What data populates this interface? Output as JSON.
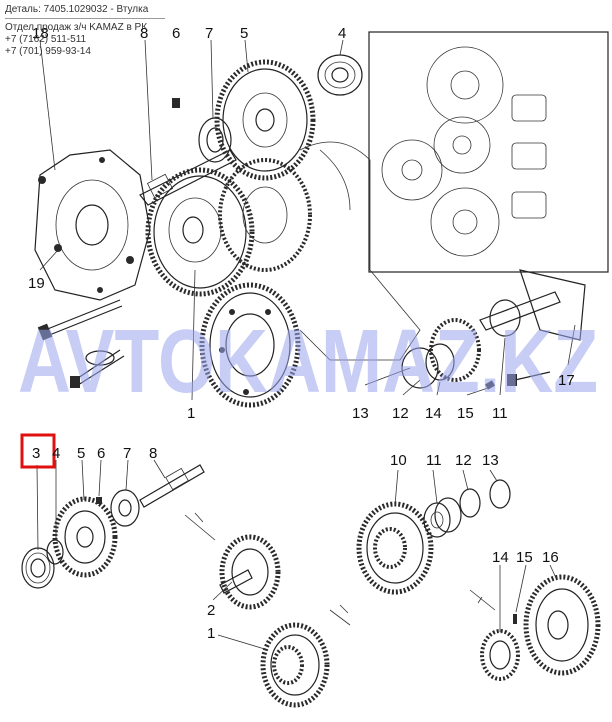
{
  "header": {
    "title": "Деталь: 7405.1029032 - Втулка",
    "contact_lines": [
      "Отдел продаж з/ч KAMAZ в РК",
      "+7 (7162) 511-511",
      "+7 (701) 959-93-14"
    ]
  },
  "watermark": "AVTOKAMAZ.KZ",
  "callouts": {
    "top": [
      "18",
      "8",
      "6",
      "7",
      "5",
      "4",
      "19",
      "1",
      "13",
      "12",
      "14",
      "15",
      "11",
      "17"
    ],
    "bottom_left": [
      "3",
      "4",
      "5",
      "6",
      "7",
      "8",
      "2",
      "1"
    ],
    "bottom_right": [
      "10",
      "11",
      "12",
      "13",
      "14",
      "15",
      "16"
    ]
  },
  "highlight": {
    "label": "3",
    "color": "#e01010"
  },
  "colors": {
    "ink": "#222222",
    "watermark": "#9aa6ee",
    "background": "#ffffff"
  }
}
